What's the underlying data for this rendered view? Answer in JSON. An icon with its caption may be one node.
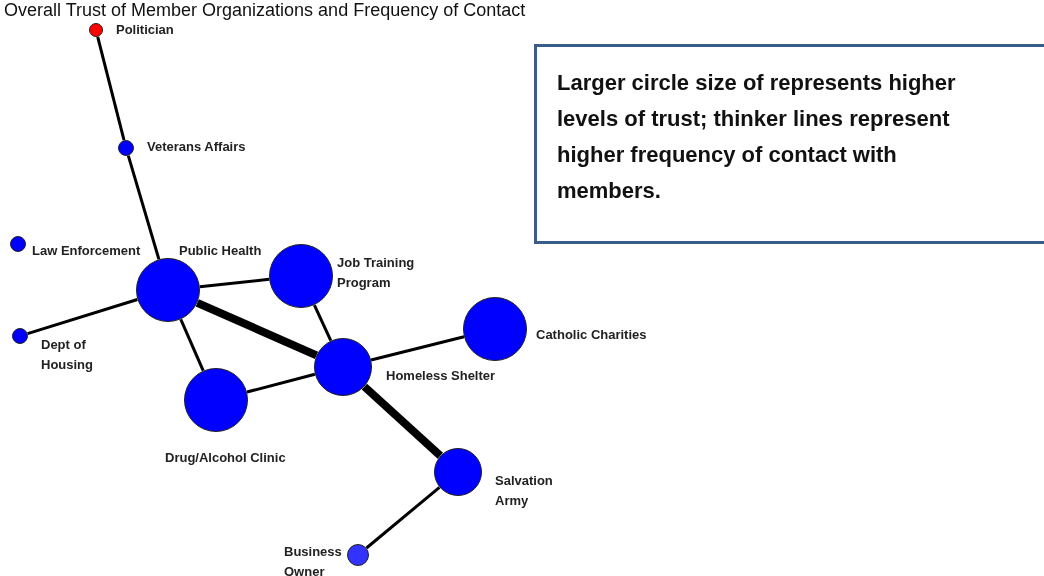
{
  "diagram": {
    "title": "Overall Trust of Member Organizations and Frequency of Contact",
    "nodes": [
      {
        "text": [],
        "shape": "circle",
        "beside": [
          "Politician"
        ]
      },
      {
        "text": [],
        "shape": "circle",
        "beside": [
          "Veterans Affairs"
        ]
      },
      {
        "text": [],
        "shape": "circle",
        "beside": [
          "Law Enforcement"
        ]
      },
      {
        "text": [],
        "shape": "circle",
        "beside": [
          "Public Health"
        ]
      },
      {
        "text": [],
        "shape": "circle",
        "beside": [
          "Job Training Program"
        ]
      },
      {
        "text": [],
        "shape": "circle",
        "beside": [
          "Dept of Housing"
        ]
      },
      {
        "text": [],
        "shape": "circle",
        "beside": [
          "Catholic Charities"
        ]
      },
      {
        "text": [],
        "shape": "circle",
        "beside": [
          "Homeless Shelter"
        ]
      },
      {
        "text": [],
        "shape": "circle",
        "beside": [
          "Drug/Alcohol Clinic"
        ]
      },
      {
        "text": [],
        "shape": "circle",
        "beside": [
          "Salvation Army"
        ]
      },
      {
        "text": [],
        "shape": "circle",
        "beside": [
          "Business Owner"
        ]
      },
      {
        "text": [
          "Larger circle size of represents higher levels of trust; thinker lines represent higher frequency of contact with members."
        ]
      }
    ],
    "edges": [
      {
        "from": 0,
        "to": 1,
        "arrow": "none"
      },
      {
        "from": 1,
        "to": 3,
        "arrow": "none"
      },
      {
        "from": 5,
        "to": 3,
        "arrow": "none"
      },
      {
        "from": 3,
        "to": 4,
        "arrow": "none"
      },
      {
        "from": 3,
        "to": 7,
        "arrow": "none",
        "style": "thick"
      },
      {
        "from": 3,
        "to": 8,
        "arrow": "none"
      },
      {
        "from": 4,
        "to": 7,
        "arrow": "none"
      },
      {
        "from": 8,
        "to": 7,
        "arrow": "none"
      },
      {
        "from": 7,
        "to": 6,
        "arrow": "none"
      },
      {
        "from": 7,
        "to": 9,
        "arrow": "none",
        "style": "thick"
      },
      {
        "from": 9,
        "to": 10,
        "arrow": "none"
      }
    ]
  }
}
